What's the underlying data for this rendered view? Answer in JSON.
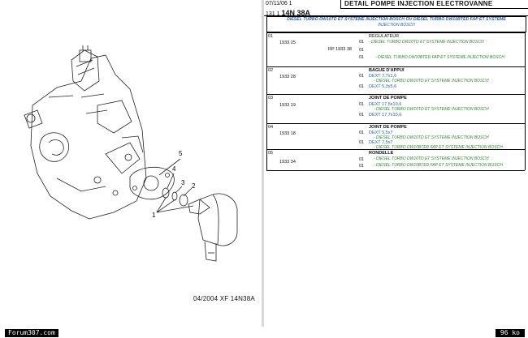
{
  "drawing": {
    "callouts": [
      "5",
      "4",
      "3",
      "2",
      "1"
    ],
    "footer_ref": "04/2004   XF 14N38A"
  },
  "header": {
    "date": "07/11/06 1",
    "group_prefix": "131 1",
    "group_code": "14N 38A",
    "title": "DETAIL POMPE INJECTION ELECTROVANNE"
  },
  "applicability": {
    "line1": "DIESEL TURBO DW10TD ET SYSTEME INJECTION BOSCH OU DIESEL TURBO DW10BTED FAP ET SYSTEME",
    "line2": "INJECTION BOSCH"
  },
  "items": [
    {
      "num": "01",
      "ref": "1933 25",
      "alt_ref": "RP 1933 38",
      "qty_rows": [
        "01",
        "01",
        "01"
      ],
      "name": "REGULATEUR",
      "notes": [
        "- DIESEL TURBO DW10TD ET SYSTEME INJECTION BOSCH",
        "- DIESEL TURBO DW10BTED FAP ET SYSTEME INJECTION BOSCH"
      ]
    },
    {
      "num": "02",
      "ref": "1933 28",
      "qty_rows": [
        "01",
        "01"
      ],
      "name": "BAGUE D'APPUI",
      "specs": [
        "DEXT 7,7x1,6",
        "DEXT 5,3x5,6"
      ],
      "notes": [
        "- DIESEL TURBO DW10TD ET SYSTEME INJECTION BOSCH"
      ]
    },
    {
      "num": "03",
      "ref": "1933 19",
      "qty_rows": [
        "01",
        "01"
      ],
      "name": "JOINT DE POMPE",
      "specs": [
        "DEXT 17,5x10,6",
        "DEXT 17,7x10,6"
      ],
      "notes": [
        "- DIESEL TURBO DW10TD ET SYSTEME INJECTION BOSCH"
      ]
    },
    {
      "num": "04",
      "ref": "1933 18",
      "qty_rows": [
        "01",
        "01"
      ],
      "name": "JOINT DE POMPE",
      "specs": [
        "DEXT 5,5x7",
        "DEXT 7,5x7"
      ],
      "notes": [
        "- DIESEL TURBO DW10TD ET SYSTEME INJECTION BOSCH",
        "- DIESEL TURBO DW10BTED FAP ET SYSTEME INJECTION BOSCH"
      ]
    },
    {
      "num": "05",
      "ref": "1933 34",
      "qty_rows": [
        "01",
        "01"
      ],
      "name": "RONDELLE",
      "notes": [
        "- DIESEL TURBO DW10TD ET SYSTEME INJECTION BOSCH",
        "- DIESEL TURBO DW10BTED FAP ET SYSTEME INJECTION BOSCH"
      ]
    }
  ],
  "footer": {
    "site": "Forum307.com",
    "size": "96 ko"
  }
}
